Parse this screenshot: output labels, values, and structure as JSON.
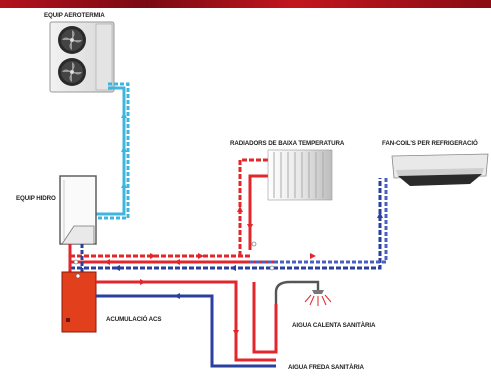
{
  "labels": {
    "aerotherm": "EQUIP AEROTERMIA",
    "hydro": "EQUIP HIDRO",
    "radiators": "RADIADORS DE BAIXA TEMPERATURA",
    "fancoil": "FAN-COIL'S PER REFRIGERACIÓ",
    "storage": "ACUMULACIÓ ACS",
    "hot_water": "AIGUA CALENTA SANITÀRIA",
    "cold_water": "AIGUA FREDA SANITÀRIA"
  },
  "colors": {
    "hot_pipe": "#e3262b",
    "cold_pipe": "#2b3f9e",
    "loop_pipe": "#3fb4df",
    "tank": "#e2401c",
    "banner": "#a3101a"
  }
}
